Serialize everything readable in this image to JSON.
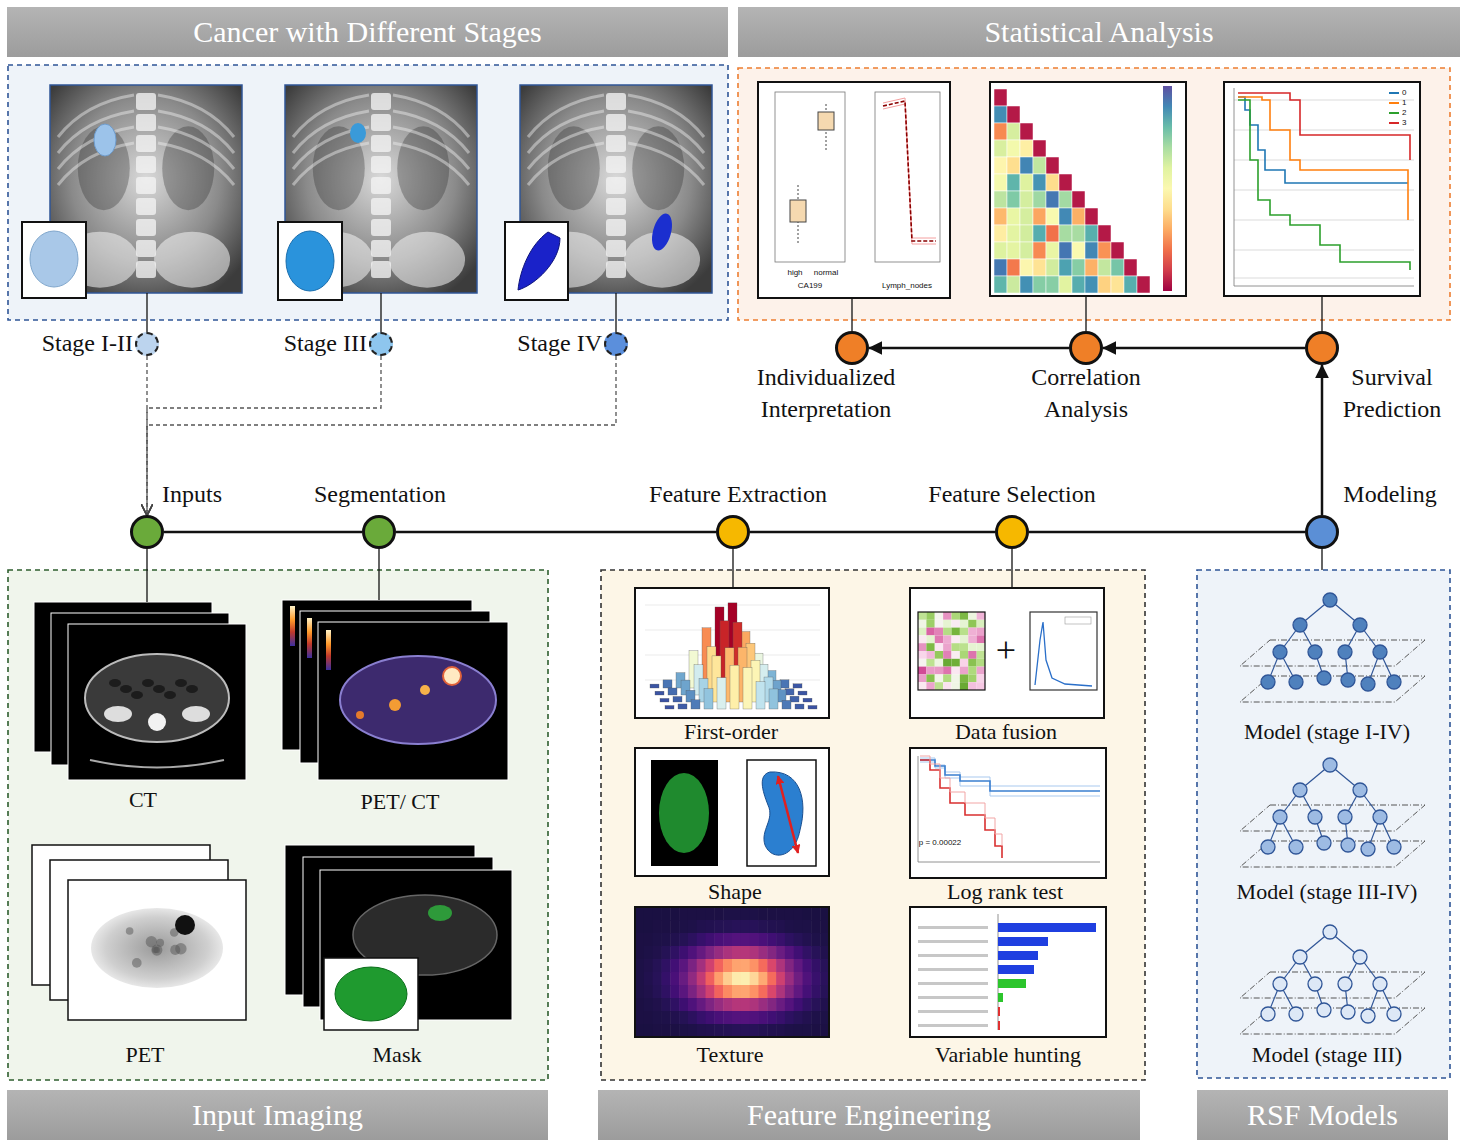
{
  "diagram": {
    "nodes": [
      {
        "text": [
          "Cancer with Different Stages"
        ]
      },
      {
        "text": [
          "Statistical Analysis"
        ]
      },
      {
        "text": [
          "Stage I-II"
        ]
      },
      {
        "text": [
          "Stage III"
        ]
      },
      {
        "text": [
          "Stage IV"
        ]
      },
      {
        "text": [
          "Individualized Interpretation"
        ]
      },
      {
        "text": [
          "Correlation Analysis"
        ]
      },
      {
        "text": [
          "Survival Prediction"
        ]
      },
      {
        "text": [
          "Inputs"
        ]
      },
      {
        "text": [
          "Segmentation"
        ]
      },
      {
        "text": [
          "Feature Extraction"
        ]
      },
      {
        "text": [
          "Feature Selection"
        ]
      },
      {
        "text": [
          "Modeling"
        ]
      },
      {
        "text": [
          "Input Imaging"
        ]
      },
      {
        "text": [
          "Feature Engineering"
        ]
      },
      {
        "text": [
          "RSF Models"
        ]
      }
    ],
    "edges": [
      {
        "from": 2,
        "to": 8,
        "arrow": "to"
      },
      {
        "from": 3,
        "to": 8,
        "arrow": "to"
      },
      {
        "from": 4,
        "to": 8,
        "arrow": "to"
      },
      {
        "from": 8,
        "to": 9,
        "arrow": "none"
      },
      {
        "from": 9,
        "to": 10,
        "arrow": "none"
      },
      {
        "from": 10,
        "to": 11,
        "arrow": "none"
      },
      {
        "from": 11,
        "to": 12,
        "arrow": "none"
      },
      {
        "from": 12,
        "to": 7,
        "arrow": "to"
      },
      {
        "from": 7,
        "to": 6,
        "arrow": "to"
      },
      {
        "from": 6,
        "to": 5,
        "arrow": "to"
      }
    ],
    "labels": [
      "high",
      "normal",
      "CA199",
      "Lymph_nodes",
      "CT",
      "PET/ CT",
      "PET",
      "Mask",
      "First-order",
      "Shape",
      "Texture",
      "+",
      "Data fusion",
      "p = 0.00022",
      "Log rank test",
      "Variable hunting",
      "Model (stage I-IV)",
      "Model (stage III-IV)",
      "Model (stage III)"
    ],
    "legend": [
      {
        "text": "0",
        "color": "#1f77b4"
      },
      {
        "text": "1",
        "color": "#ff7f0e"
      },
      {
        "text": "2",
        "color": "#2ca02c"
      },
      {
        "text": "3",
        "color": "#d62728"
      }
    ]
  }
}
